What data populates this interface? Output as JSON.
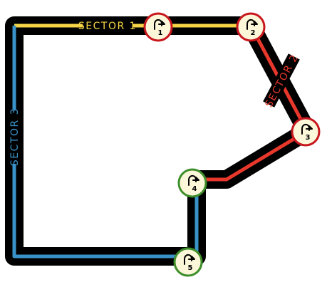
{
  "sectors": [
    {
      "label": "SECTOR 1",
      "color": "#F5D547"
    },
    {
      "label": "SECTOR 2",
      "color": "#E8382C"
    },
    {
      "label": "SECTOR 3",
      "color": "#3A93C8"
    }
  ],
  "corners": [
    {
      "number": "1",
      "ring_color": "#C8161D",
      "icon": "turn-right-icon"
    },
    {
      "number": "2",
      "ring_color": "#C8161D",
      "icon": "turn-right-icon"
    },
    {
      "number": "3",
      "ring_color": "#C8161D",
      "icon": "turn-right-icon"
    },
    {
      "number": "4",
      "ring_color": "#3E8E2A",
      "icon": "turn-right-icon"
    },
    {
      "number": "5",
      "ring_color": "#3E8E2A",
      "icon": "turn-right-icon"
    }
  ],
  "track_color": "#000000",
  "marker_fill": "#FDF7DA"
}
